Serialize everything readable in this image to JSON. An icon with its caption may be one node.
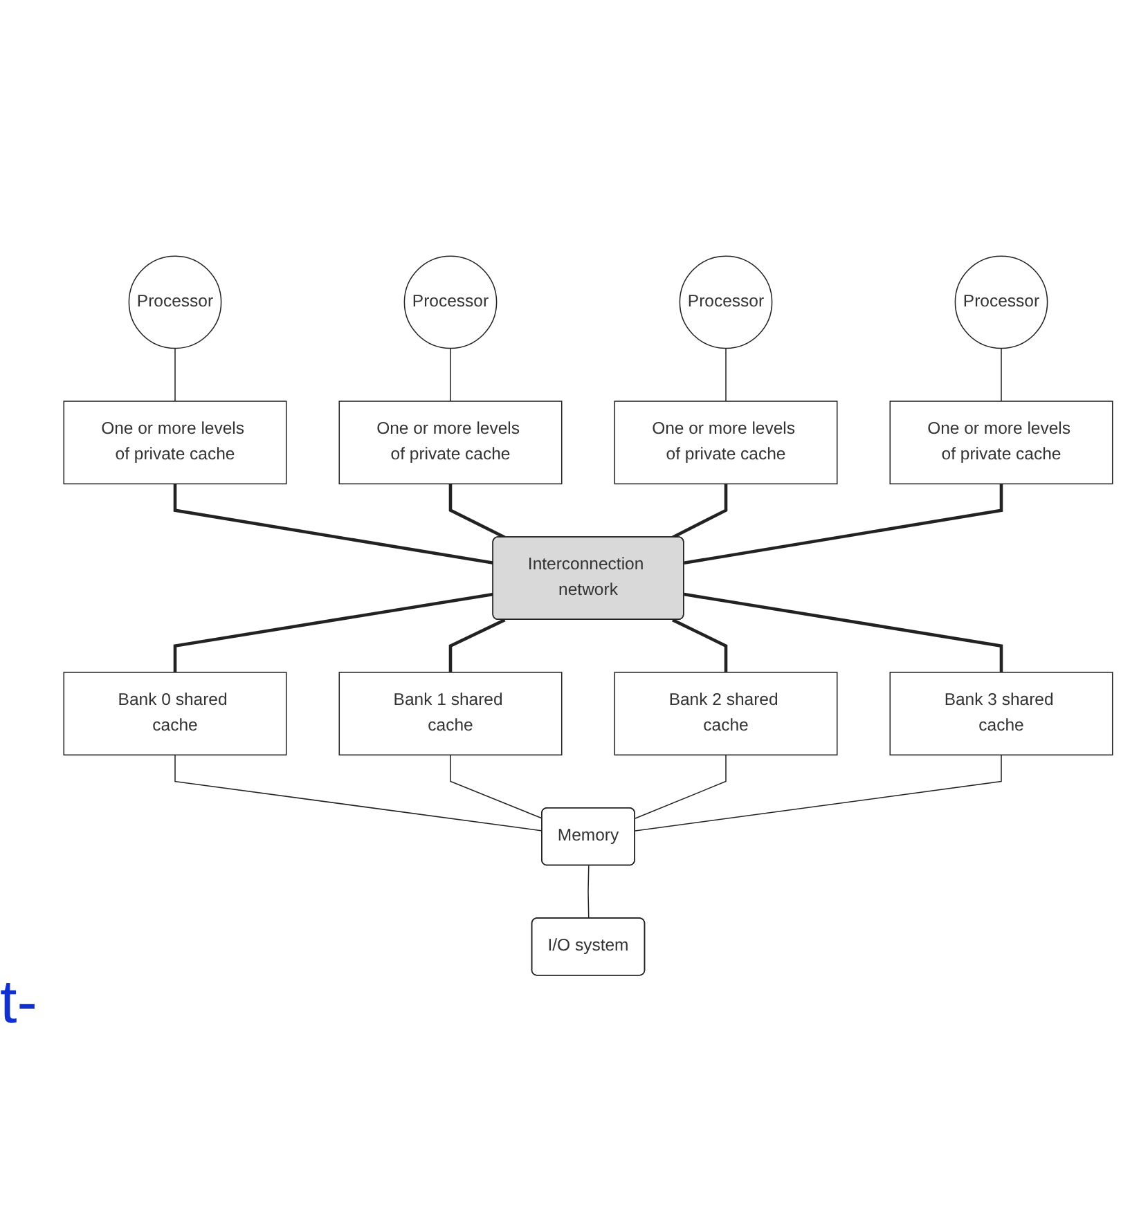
{
  "diagram": {
    "nodes": [
      {
        "text": [
          "Processor"
        ]
      },
      {
        "text": [
          "Processor"
        ]
      },
      {
        "text": [
          "Processor"
        ]
      },
      {
        "text": [
          "Processor"
        ]
      },
      {
        "text": [
          "One or more levels of private cache"
        ]
      },
      {
        "text": [
          "One or more levels of private cache"
        ]
      },
      {
        "text": [
          "One or more levels of private cache"
        ]
      },
      {
        "text": [
          "One or more levels of private cache"
        ]
      },
      {
        "text": [
          "Interconnection network"
        ]
      },
      {
        "text": [
          "Bank 0 shared cache"
        ]
      },
      {
        "text": [
          "Bank 1 shared cache"
        ]
      },
      {
        "text": [
          "Bank 2 shared cache"
        ]
      },
      {
        "text": [
          "Bank 3 shared cache"
        ]
      },
      {
        "text": [
          "Memory"
        ]
      },
      {
        "text": [
          "I/O system"
        ]
      }
    ],
    "edges": [
      {
        "from": 0,
        "to": 4,
        "arrow": "none"
      },
      {
        "from": 1,
        "to": 5,
        "arrow": "none"
      },
      {
        "from": 2,
        "to": 6,
        "arrow": "none"
      },
      {
        "from": 3,
        "to": 7,
        "arrow": "none"
      },
      {
        "from": 4,
        "to": 8,
        "arrow": "none",
        "style": "thick"
      },
      {
        "from": 5,
        "to": 8,
        "arrow": "none",
        "style": "thick"
      },
      {
        "from": 6,
        "to": 8,
        "arrow": "none",
        "style": "thick"
      },
      {
        "from": 7,
        "to": 8,
        "arrow": "none",
        "style": "thick"
      },
      {
        "from": 8,
        "to": 9,
        "arrow": "none",
        "style": "thick"
      },
      {
        "from": 8,
        "to": 10,
        "arrow": "none",
        "style": "thick"
      },
      {
        "from": 8,
        "to": 11,
        "arrow": "none",
        "style": "thick"
      },
      {
        "from": 8,
        "to": 12,
        "arrow": "none",
        "style": "thick"
      },
      {
        "from": 9,
        "to": 13,
        "arrow": "none"
      },
      {
        "from": 10,
        "to": 13,
        "arrow": "none"
      },
      {
        "from": 11,
        "to": 13,
        "arrow": "none"
      },
      {
        "from": 12,
        "to": 13,
        "arrow": "none"
      },
      {
        "from": 13,
        "to": 14,
        "arrow": "none"
      }
    ],
    "labels": [
      "t-"
    ]
  }
}
